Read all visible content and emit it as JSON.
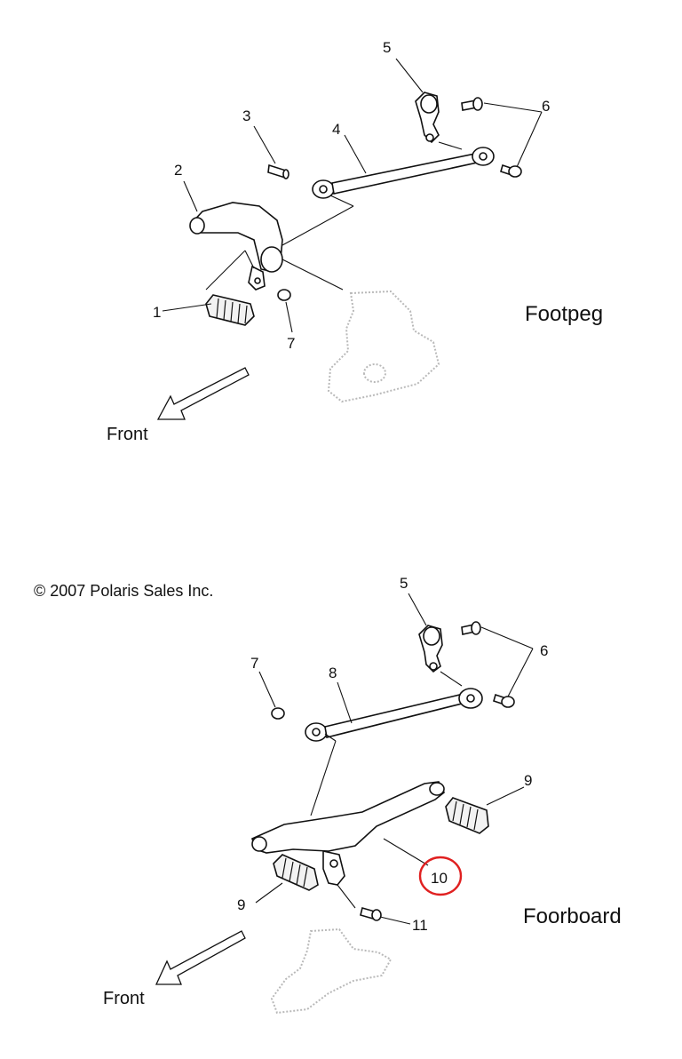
{
  "copyright": "© 2007 Polaris Sales Inc.",
  "sections": [
    {
      "title": "Footpeg",
      "front_label": "Front",
      "callouts": [
        "1",
        "2",
        "3",
        "4",
        "5",
        "6",
        "7"
      ]
    },
    {
      "title": "Foorboard",
      "front_label": "Front",
      "callouts": [
        "5",
        "6",
        "7",
        "8",
        "9",
        "9",
        "10",
        "11"
      ]
    }
  ],
  "highlight": {
    "callout": "10",
    "color": "#e02020"
  }
}
